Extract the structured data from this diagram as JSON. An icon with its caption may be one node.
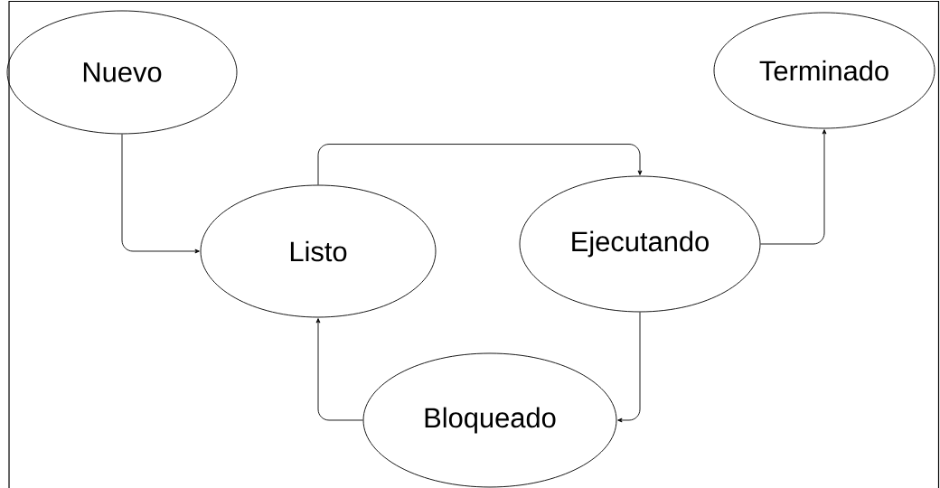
{
  "diagram": {
    "nodes": [
      {
        "text": [
          "Nuevo"
        ]
      },
      {
        "text": [
          "Terminado"
        ]
      },
      {
        "text": [
          "Listo"
        ]
      },
      {
        "text": [
          "Ejecutando"
        ]
      },
      {
        "text": [
          "Bloqueado"
        ]
      }
    ],
    "edges": [
      {
        "from": 0,
        "to": 2,
        "arrow": "to"
      },
      {
        "from": 2,
        "to": 3,
        "arrow": "to"
      },
      {
        "from": 3,
        "to": 1,
        "arrow": "to"
      },
      {
        "from": 3,
        "to": 4,
        "arrow": "to"
      },
      {
        "from": 4,
        "to": 2,
        "arrow": "to"
      }
    ]
  }
}
